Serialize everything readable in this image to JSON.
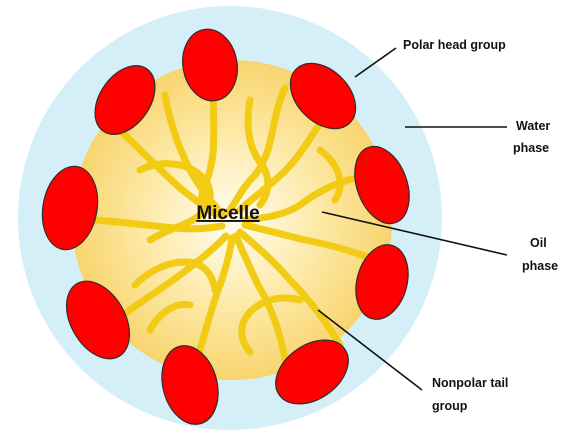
{
  "diagram": {
    "title": "Micelle",
    "labels": {
      "polar_head_group": "Polar head group",
      "water_phase_line1": "Water",
      "water_phase_line2": "phase",
      "oil_phase_line1": "Oil",
      "oil_phase_line2": "phase",
      "nonpolar_tail_line1": "Nonpolar tail",
      "nonpolar_tail_line2": "group"
    },
    "colors": {
      "water": "#d4eff8",
      "oil_center": "#fffbea",
      "oil_edge": "#f9d675",
      "tail": "#f2cb14",
      "head": "#ff0000"
    }
  }
}
